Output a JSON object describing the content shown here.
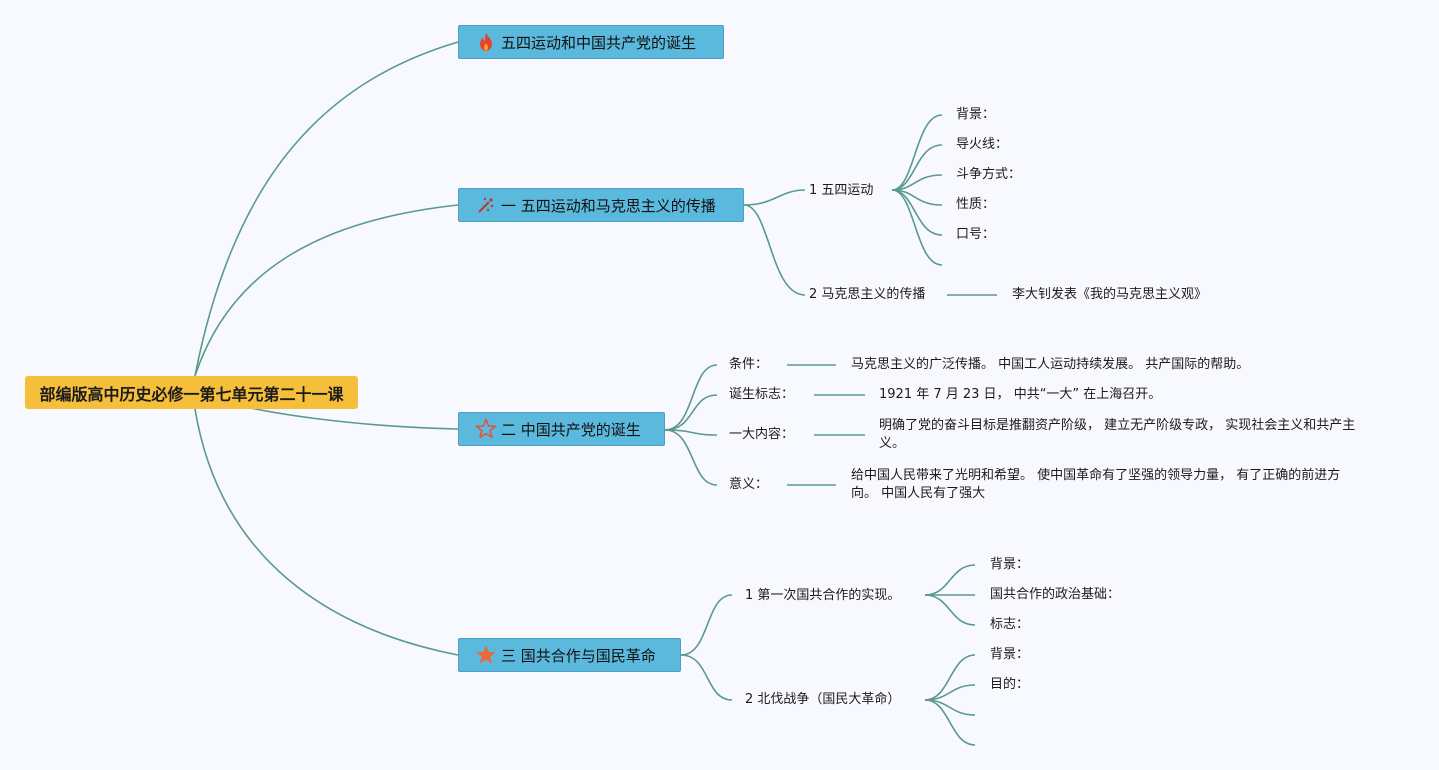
{
  "root": {
    "label": "部编版高中历史必修一第七单元第二十一课"
  },
  "topics": [
    {
      "label": "五四运动和中国共产党的诞生",
      "icon": "fire-icon"
    },
    {
      "label": "一 五四运动和马克思主义的传播",
      "icon": "sparkle-icon"
    },
    {
      "label": "二 中国共产党的诞生",
      "icon": "star-outline-icon"
    },
    {
      "label": "三 国共合作与国民革命",
      "icon": "star-filled-icon"
    }
  ],
  "section1": {
    "sub1": {
      "label": "1 五四运动",
      "items": [
        "背景：",
        "导火线：",
        "斗争方式：",
        "性质：",
        "口号：",
        ""
      ]
    },
    "sub2": {
      "label": "2 马克思主义的传播",
      "detail": "李大钊发表《我的马克思主义观》"
    }
  },
  "section2": {
    "rows": [
      {
        "label": "条件：",
        "detail": "马克思主义的广泛传播。 中国工人运动持续发展。 共产国际的帮助。"
      },
      {
        "label": "诞生标志：",
        "detail": "1921 年 7 月 23 日， 中共“一大” 在上海召开。"
      },
      {
        "label": "一大内容：",
        "detail": "明确了党的奋斗目标是推翻资产阶级， 建立无产阶级专政， 实现社会主义和共产主义。"
      },
      {
        "label": "意义：",
        "detail": "给中国人民带来了光明和希望。 使中国革命有了坚强的领导力量， 有了正确的前进方向。 中国人民有了强大"
      }
    ]
  },
  "section3": {
    "sub1": {
      "label": "1 第一次国共合作的实现。",
      "items": [
        "背景：",
        "国共合作的政治基础：",
        "标志："
      ]
    },
    "sub2": {
      "label": "2 北伐战争（国民大革命）",
      "items": [
        "背景：",
        "目的：",
        "",
        ""
      ]
    }
  },
  "colors": {
    "root_fill": "#f5bf3c",
    "topic_fill": "#5ab9dc",
    "connector": "#5a9a8a",
    "background": "#f8f9ff",
    "fire_icon": "#e8412c",
    "sparkle_icon": "#c0392b",
    "star_outline_icon": "#e0553b",
    "star_filled_icon": "#e76b3c"
  }
}
